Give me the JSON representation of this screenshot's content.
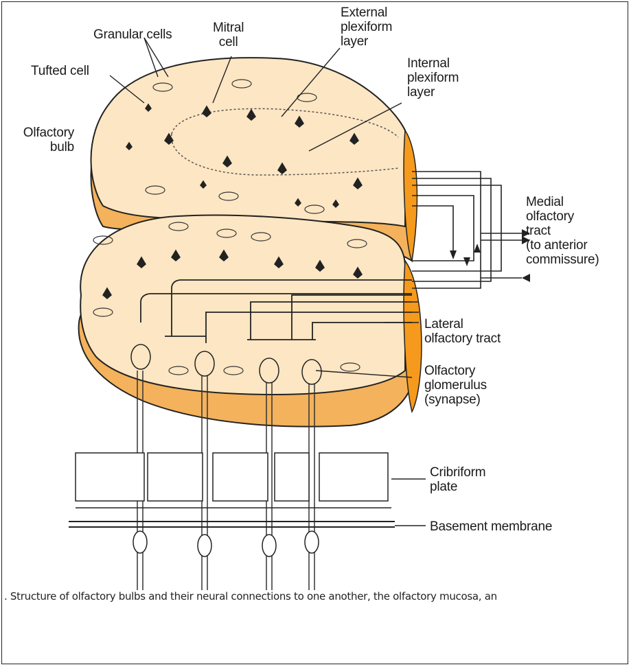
{
  "colors": {
    "tissue": "#fde6c3",
    "side": "#f3b25b",
    "cut_face": "#f59a1c",
    "ink": "#222222"
  },
  "labels": {
    "granular_cells": "Granular cells",
    "mitral_cell": "Mitral\ncell",
    "tufted_cell": "Tufted cell",
    "external_plexiform": "External\nplexiform\nlayer",
    "internal_plexiform": "Internal\nplexiform\nlayer",
    "olfactory_bulb": "Olfactory\nbulb",
    "medial_tract": "Medial\nolfactory\ntract\n(to anterior\ncommissure)",
    "lateral_tract": "Lateral\nolfactory tract",
    "glomerulus": "Olfactory\nglomerulus\n(synapse)",
    "cribriform": "Cribriform\nplate",
    "basement": "Basement membrane"
  },
  "caption": ". Structure of olfactory bulbs and their neural connections to one another, the olfactory mucosa, an"
}
